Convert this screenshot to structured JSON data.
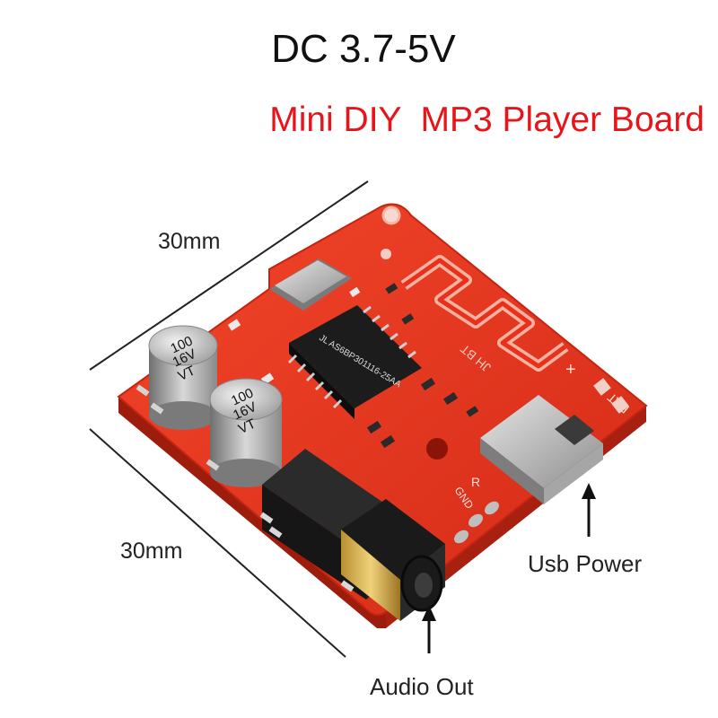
{
  "header": {
    "voltage": "DC 3.7-5V",
    "product_name": "Mini DIY  MP3 Player Board"
  },
  "dimensions": {
    "top": "30mm",
    "side": "30mm"
  },
  "callouts": {
    "usb": "Usb Power",
    "audio": "Audio Out"
  },
  "board": {
    "capacitor_1": [
      "100",
      "16V",
      "VT"
    ],
    "capacitor_2": [
      "100",
      "16V",
      "VT"
    ],
    "chip_marking": "JL AS6BP301116-25AA",
    "silkscreen_bt": "JH BT",
    "silkscreen_bat": "BAT",
    "silkscreen_plus": "+",
    "silkscreen_r": "R",
    "silkscreen_gnd": "GND"
  },
  "colors": {
    "title_red": "#e8141a",
    "pcb_red": "#e8301c",
    "pcb_dark": "#b51e0e"
  }
}
